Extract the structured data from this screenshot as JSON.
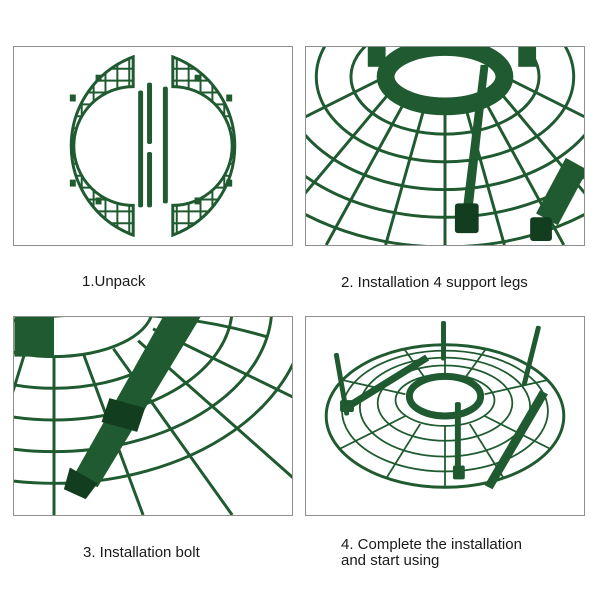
{
  "colors": {
    "plastic": "#1f5a30",
    "plastic_dark": "#123d1f",
    "border": "#8f8f8f",
    "text": "#1a1a1a",
    "background": "#ffffff"
  },
  "steps": [
    {
      "caption": "1.Unpack",
      "image": "unpacked-grid-halves-and-legs"
    },
    {
      "caption": "2. Installation 4 support legs",
      "image": "support-leg-closeup"
    },
    {
      "caption": "3. Installation bolt",
      "image": "bolt-closeup"
    },
    {
      "caption": "4. Complete the installation\nand start using",
      "image": "assembled-plant-support"
    }
  ]
}
